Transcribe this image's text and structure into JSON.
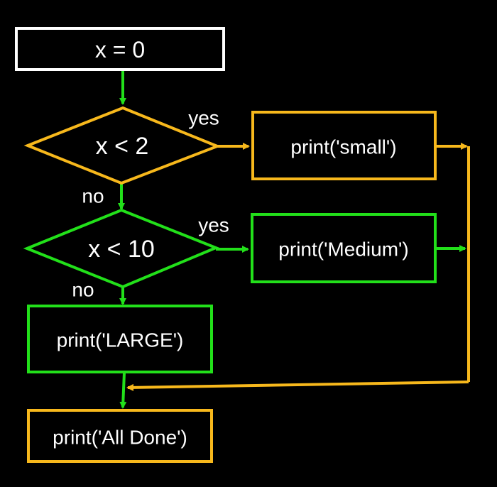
{
  "colors": {
    "background": "#000000",
    "white": "#ffffff",
    "green": "#22e01a",
    "orange": "#f7b81c"
  },
  "nodes": {
    "init": {
      "label": "x = 0",
      "shape": "rectangle",
      "color": "white"
    },
    "cond_small": {
      "label": "x < 2",
      "shape": "diamond",
      "color": "orange"
    },
    "print_small": {
      "label": "print('small')",
      "shape": "rectangle",
      "color": "orange"
    },
    "cond_medium": {
      "label": "x < 10",
      "shape": "diamond",
      "color": "green"
    },
    "print_medium": {
      "label": "print('Medium')",
      "shape": "rectangle",
      "color": "green"
    },
    "print_large": {
      "label": "print('LARGE')",
      "shape": "rectangle",
      "color": "green"
    },
    "print_done": {
      "label": "print('All Done')",
      "shape": "rectangle",
      "color": "orange"
    }
  },
  "edge_labels": {
    "small_yes": "yes",
    "small_no": "no",
    "medium_yes": "yes",
    "medium_no": "no"
  },
  "edges": [
    {
      "from": "init",
      "to": "cond_small",
      "color": "green"
    },
    {
      "from": "cond_small",
      "to": "print_small",
      "color": "orange",
      "label": "yes"
    },
    {
      "from": "cond_small",
      "to": "cond_medium",
      "color": "green",
      "label": "no"
    },
    {
      "from": "cond_medium",
      "to": "print_medium",
      "color": "green",
      "label": "yes"
    },
    {
      "from": "cond_medium",
      "to": "print_large",
      "color": "green",
      "label": "no"
    },
    {
      "from": "print_small",
      "to": "print_done",
      "color": "orange"
    },
    {
      "from": "print_medium",
      "to": "print_done",
      "color": "green"
    },
    {
      "from": "print_large",
      "to": "print_done",
      "color": "green"
    }
  ]
}
